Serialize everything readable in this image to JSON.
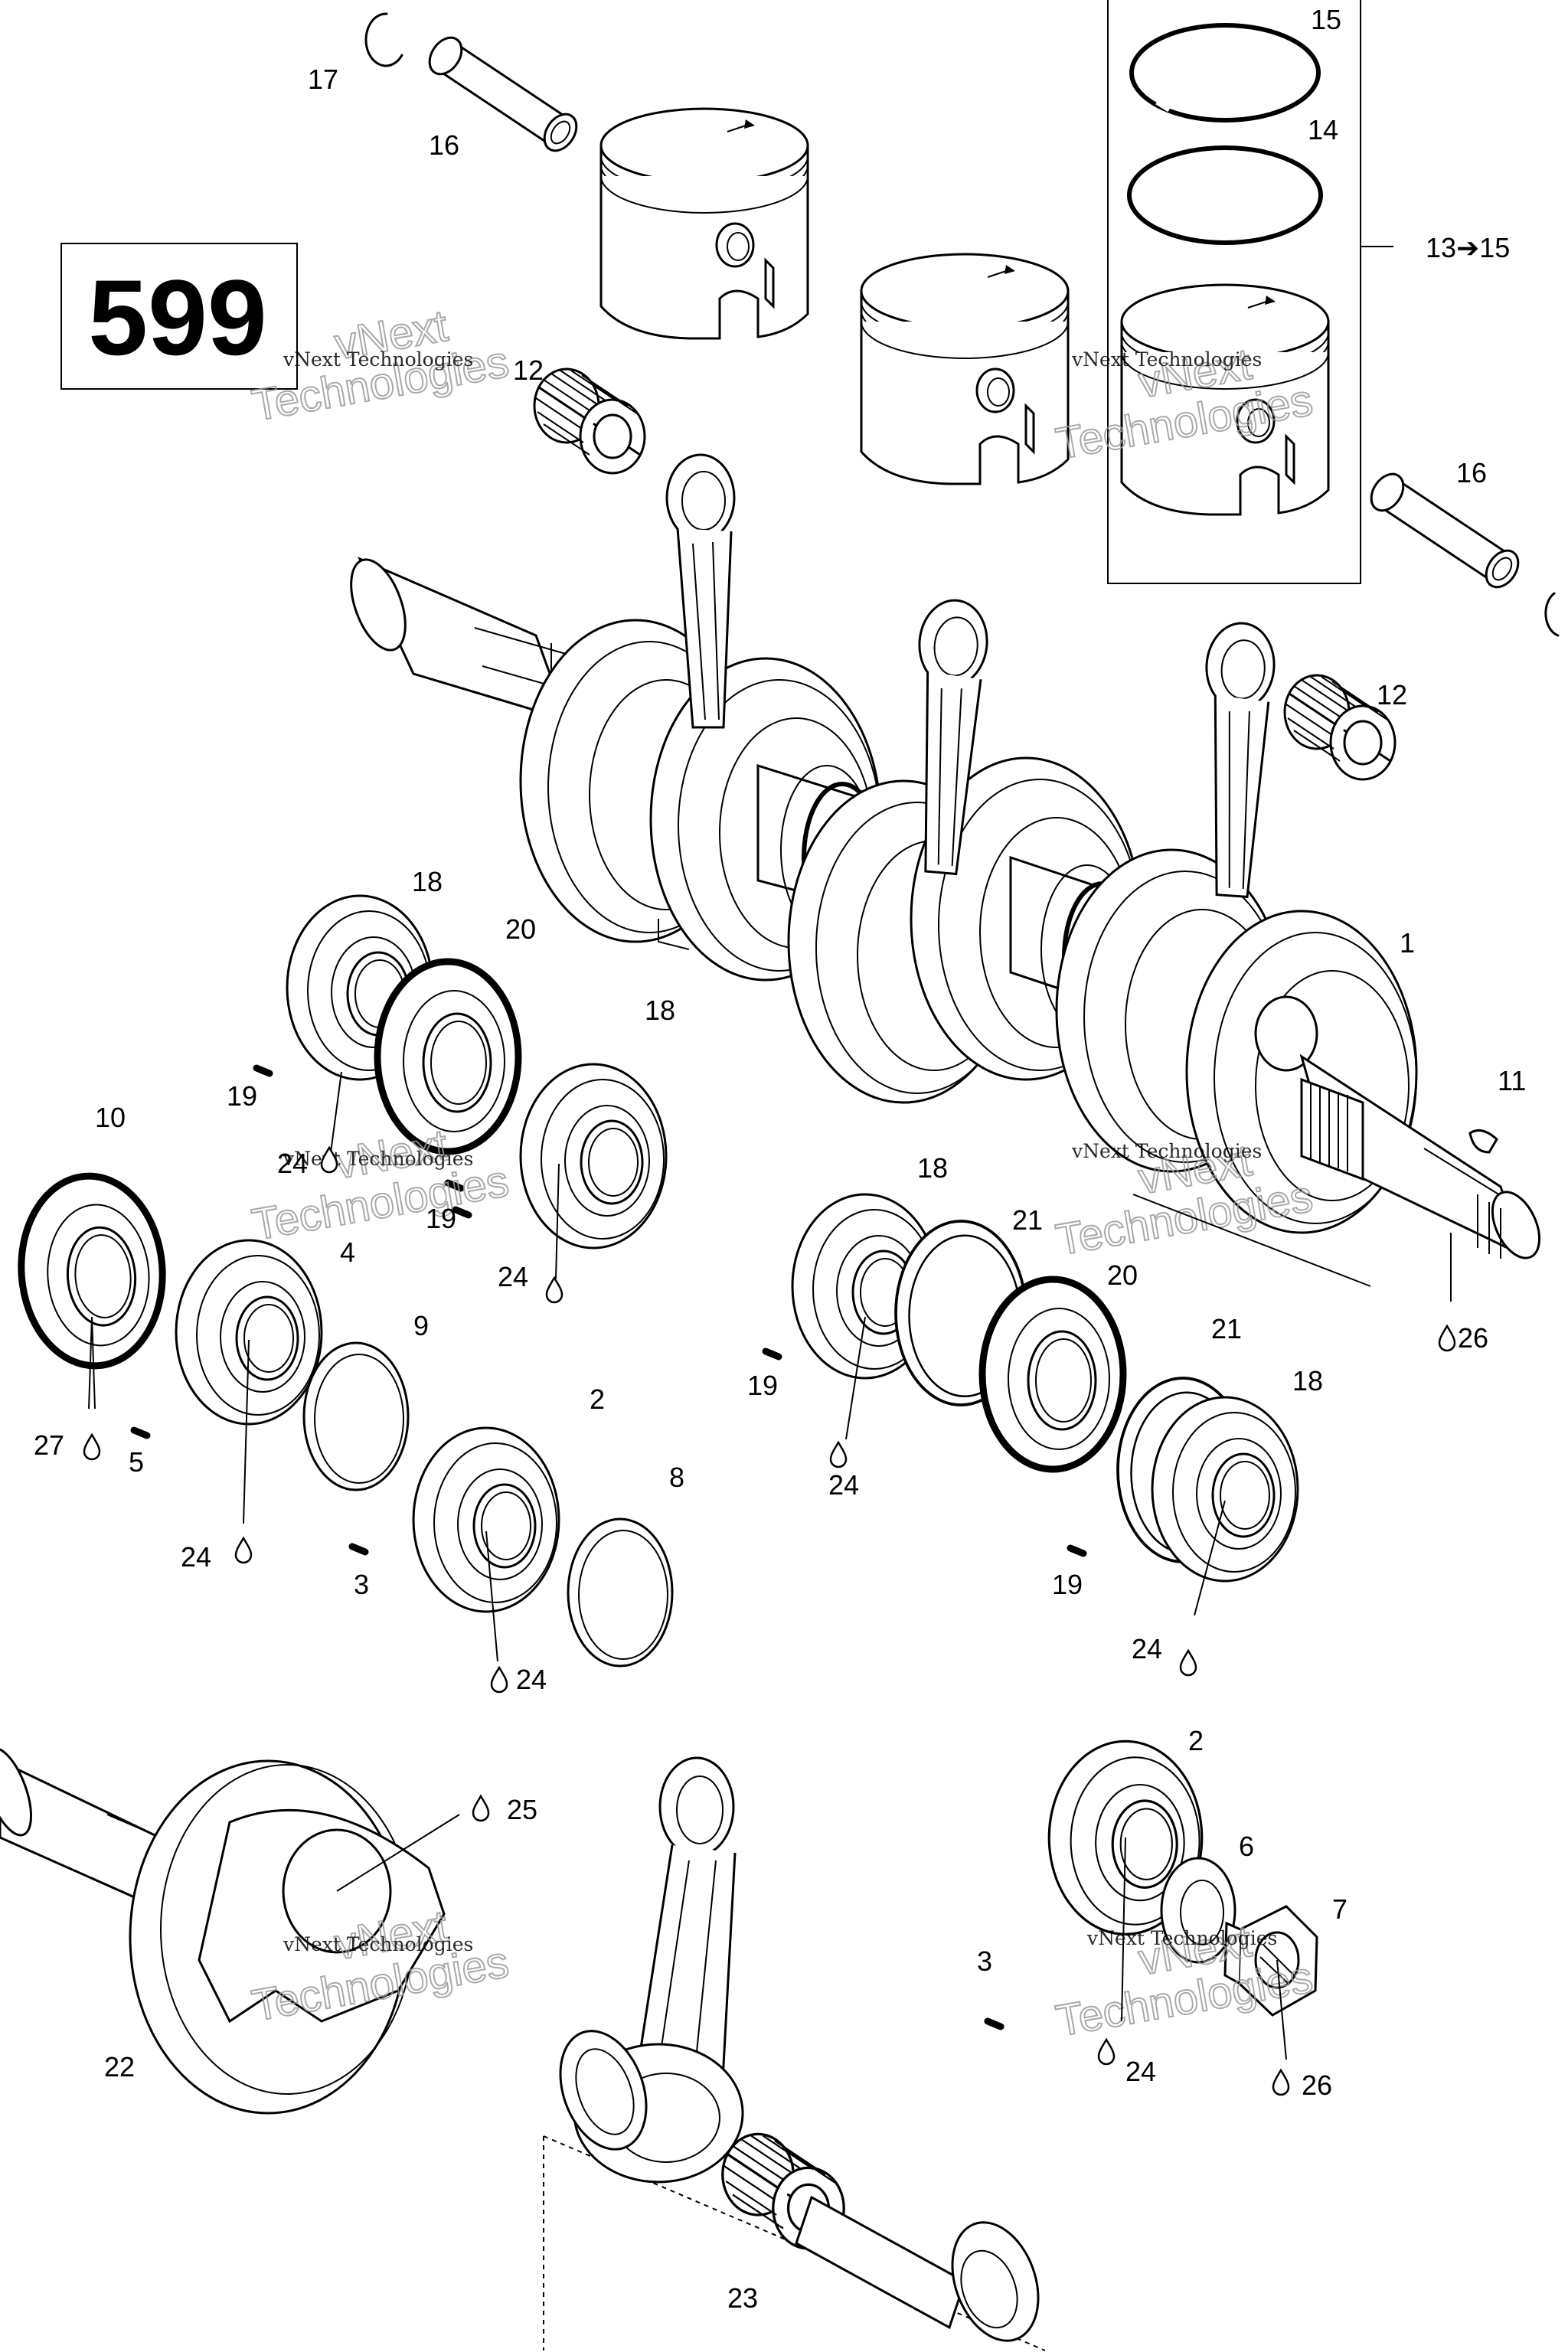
{
  "diagram": {
    "page_number": "599",
    "watermark": {
      "line1": "vNext",
      "line2": "Technologies",
      "small": "vNext Technologies"
    },
    "drop_symbol": "drop-icon",
    "callouts": {
      "c17": "17",
      "c16a": "16",
      "c15": "15",
      "c14": "14",
      "c13_15": "13➔15",
      "c12a": "12",
      "c16b": "16",
      "c12b": "12",
      "c1": "1",
      "c18a": "18",
      "c20a": "20",
      "c18b": "18",
      "c19a": "19",
      "c24a": "24",
      "c19b": "19",
      "c24b": "24",
      "c10": "10",
      "c11": "11",
      "c4": "4",
      "c9": "9",
      "c2a": "2",
      "c27": "27",
      "c5": "5",
      "c24c": "24",
      "c3a": "3",
      "c8": "8",
      "c24d": "24",
      "c18c": "18",
      "c21a": "21",
      "c20b": "20",
      "c26a": "26",
      "c19c": "19",
      "c21b": "21",
      "c18d": "18",
      "c24e": "24",
      "c19d": "19",
      "c24f": "24",
      "c25": "25",
      "c2b": "2",
      "c6": "6",
      "c7": "7",
      "c3b": "3",
      "c22": "22",
      "c24g": "24",
      "c26b": "26",
      "c23": "23"
    }
  }
}
